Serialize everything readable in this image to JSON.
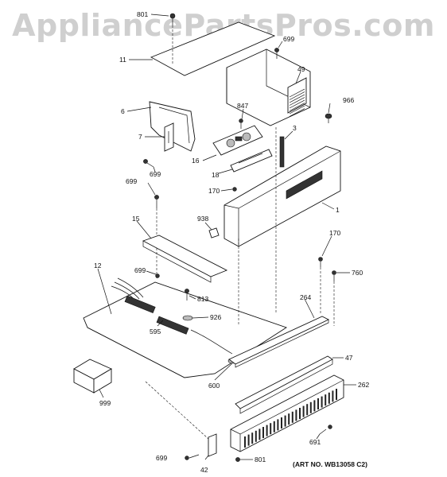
{
  "watermark": "AppliancePartsPros.com",
  "art_number": "(ART NO. WB13058 C2)",
  "labels": {
    "p801_top": "801",
    "p699_top": "699",
    "p11": "11",
    "p49": "49",
    "p966": "966",
    "p6": "6",
    "p847": "847",
    "p3": "3",
    "p7": "7",
    "p16": "16",
    "p699_a": "699",
    "p18": "18",
    "p699_b": "699",
    "p170_a": "170",
    "p1": "1",
    "p938": "938",
    "p15": "15",
    "p170_b": "170",
    "p12": "12",
    "p699_c": "699",
    "p760": "760",
    "p813": "813",
    "p264": "264",
    "p926": "926",
    "p595": "595",
    "p47": "47",
    "p262": "262",
    "p999": "999",
    "p600": "600",
    "p691": "691",
    "p699_d": "699",
    "p42": "42",
    "p801_bot": "801"
  }
}
